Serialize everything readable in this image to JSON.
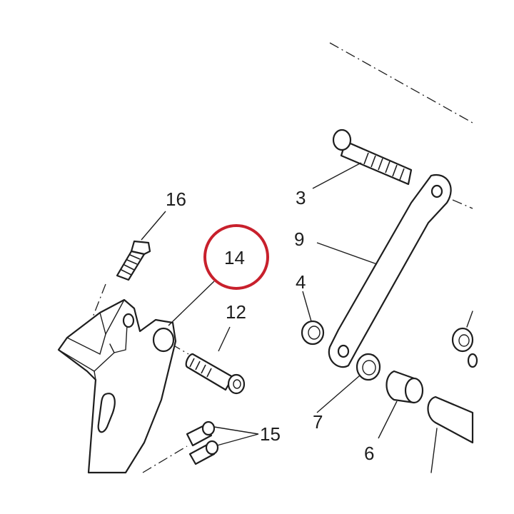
{
  "callouts": [
    {
      "id": "3",
      "label": "3"
    },
    {
      "id": "4",
      "label": "4"
    },
    {
      "id": "6",
      "label": "6"
    },
    {
      "id": "7",
      "label": "7"
    },
    {
      "id": "9",
      "label": "9"
    },
    {
      "id": "12",
      "label": "12"
    },
    {
      "id": "14",
      "label": "14"
    },
    {
      "id": "15",
      "label": "15"
    },
    {
      "id": "16",
      "label": "16"
    }
  ],
  "highlight": {
    "target": "14",
    "color": "#c8202c"
  }
}
